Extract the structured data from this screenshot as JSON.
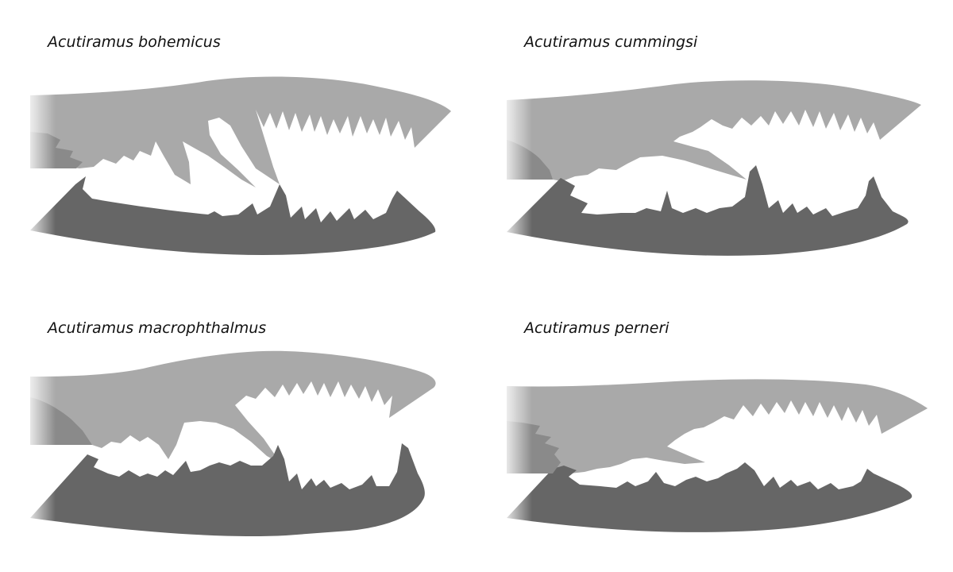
{
  "colors": {
    "free_ramus": "#a9a9a9",
    "fixed_ramus": "#666666",
    "basal_shade": "#8a8a8a",
    "background": "#ffffff"
  },
  "species": [
    {
      "name": "Acutiramus bohemicus"
    },
    {
      "name": "Acutiramus cummingsi"
    },
    {
      "name": "Acutiramus macrophthalmus"
    },
    {
      "name": "Acutiramus perneri"
    }
  ]
}
